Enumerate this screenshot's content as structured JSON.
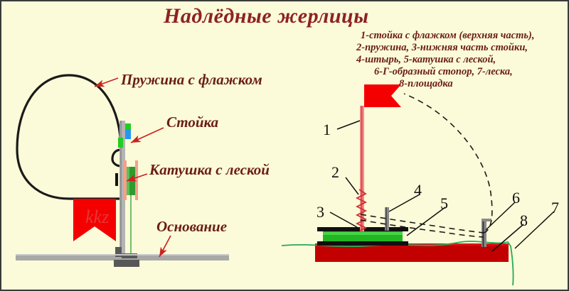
{
  "page": {
    "title": "Надлёдные жерлицы",
    "background_color": "#fbfbd9",
    "border_color": "#3a3a3a",
    "text_color": "#6b1d14",
    "title_color": "#8e2222",
    "arrow_color": "#cc2222",
    "number_color": "#101010"
  },
  "left_diagram": {
    "labels": {
      "spring": "Пружина с флажком",
      "post": "Стойка",
      "reel": "Катушка с леской",
      "base": "Основание"
    },
    "colors": {
      "spring_wire": "#1a1a1a",
      "flag": "#f40000",
      "post": "#b4b4b4",
      "base": "#a8a8a8",
      "base_foot": "#585858",
      "marker_green": "#22cc22",
      "marker_blue": "#2299ee",
      "reel_body": "#2f9b2f",
      "reel_flange": "#f5a08a",
      "line": "#3aa83a"
    }
  },
  "right_diagram": {
    "legend_lines": [
      "1-стойка с флажком (верхняя часть),",
      "2-пружина, 3-нижняя часть стойки,",
      "4-штырь, 5-катушка с леской,",
      "6-Г-образный стопор, 7-леска,",
      "8-площадка"
    ],
    "callouts": [
      {
        "id": "1",
        "number": "1",
        "refers_to": "стойка с флажком (верхняя часть)"
      },
      {
        "id": "2",
        "number": "2",
        "refers_to": "пружина"
      },
      {
        "id": "3",
        "number": "3",
        "refers_to": "нижняя часть стойки"
      },
      {
        "id": "4",
        "number": "4",
        "refers_to": "штырь"
      },
      {
        "id": "5",
        "number": "5",
        "refers_to": "катушка с леской"
      },
      {
        "id": "6",
        "number": "6",
        "refers_to": "Г-образный стопор"
      },
      {
        "id": "7",
        "number": "7",
        "refers_to": "леска"
      },
      {
        "id": "8",
        "number": "8",
        "refers_to": "площадка"
      }
    ],
    "colors": {
      "flag": "#f40000",
      "pole": "#f58e8e",
      "spring": "#d03030",
      "reel_body": "#22b422",
      "reel_flange": "#101010",
      "pin": "#8a8a8a",
      "platform": "#c20000",
      "fishing_line": "#2aa85a",
      "dashed_line": "#1a1a1a"
    }
  }
}
